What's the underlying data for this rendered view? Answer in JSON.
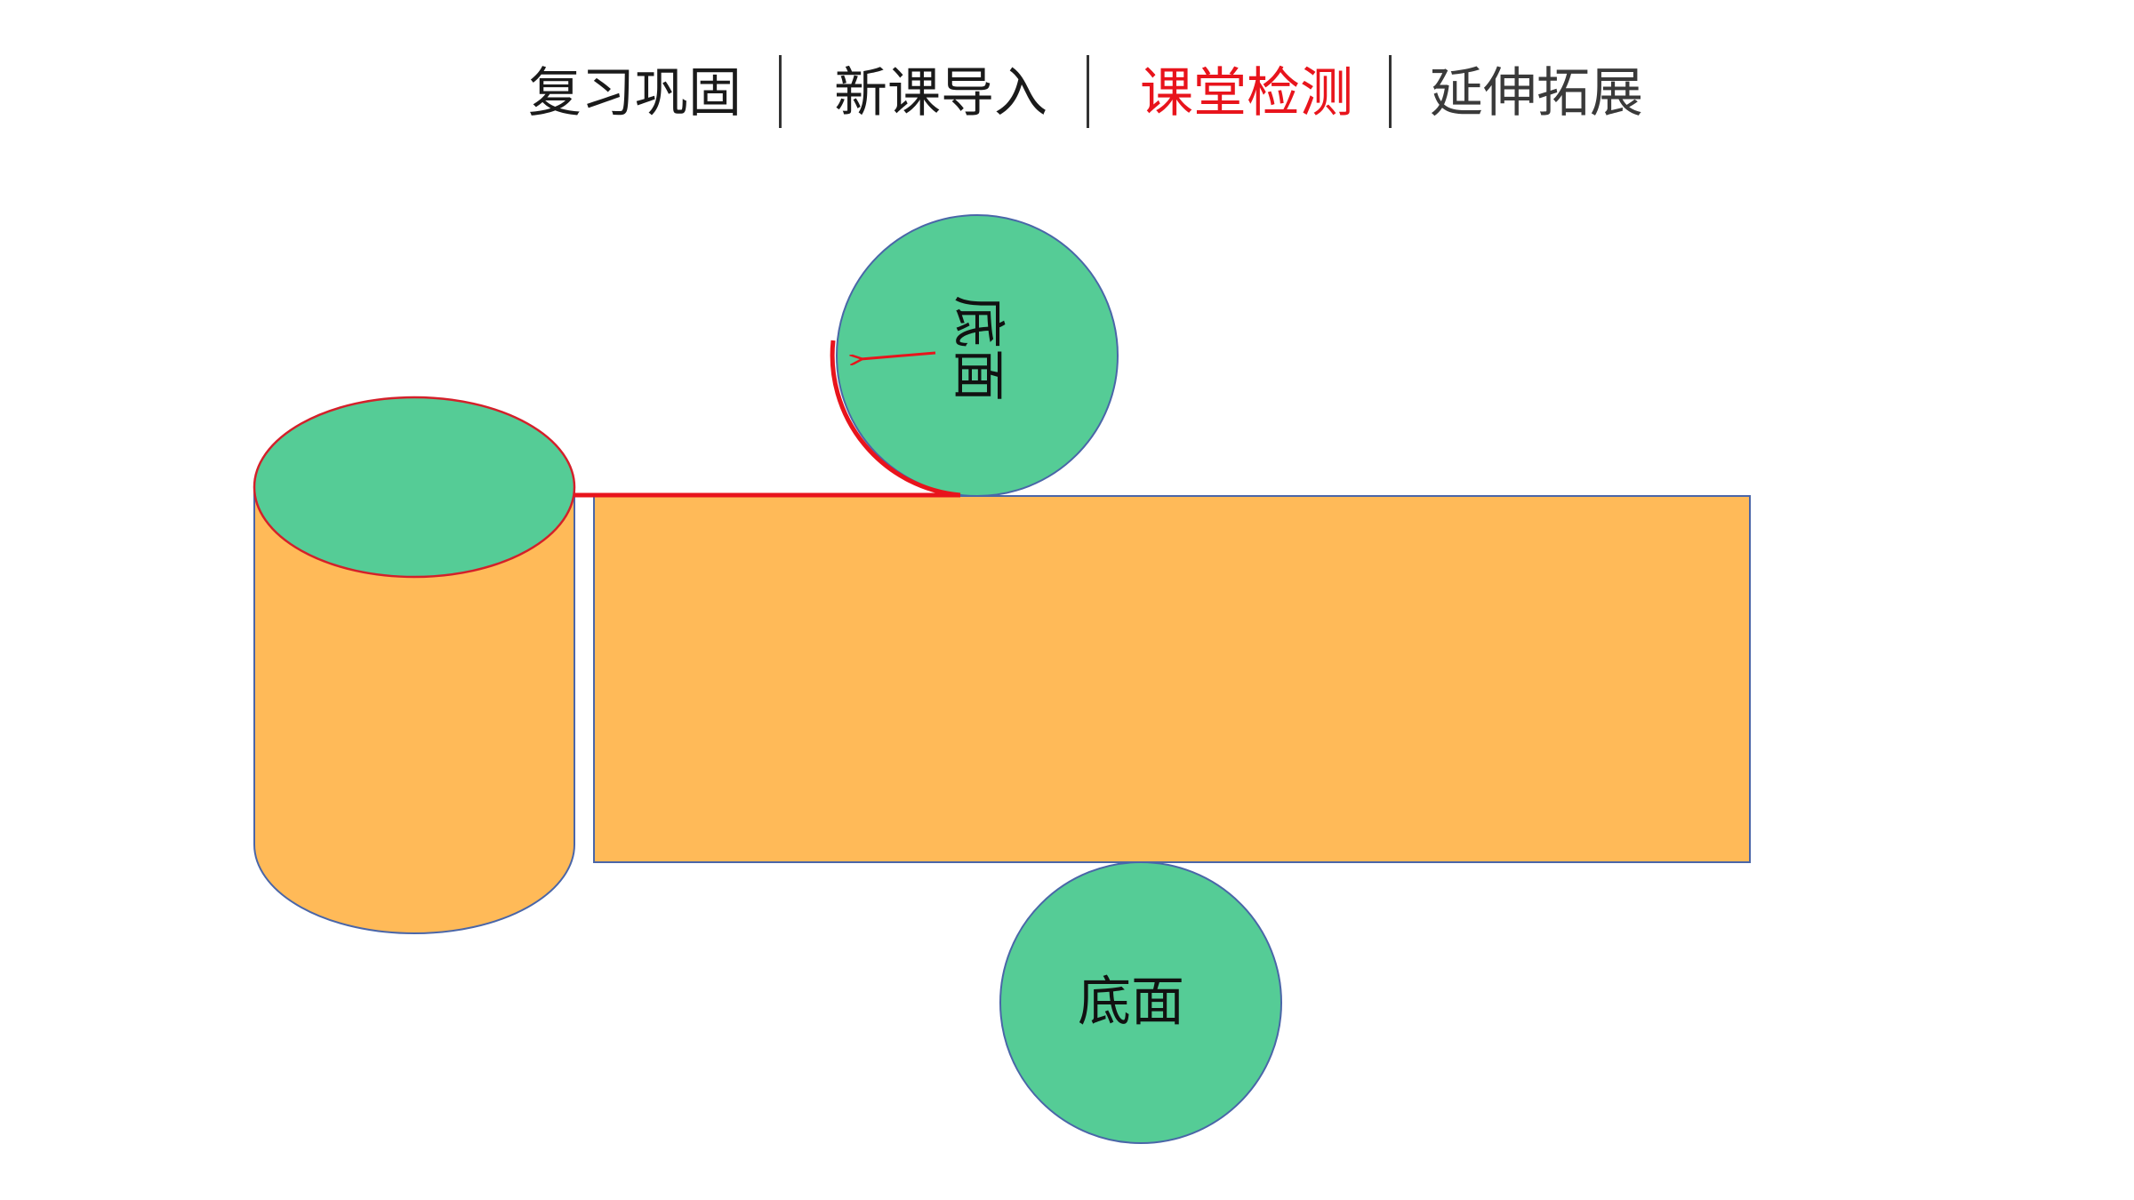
{
  "nav": {
    "items": [
      {
        "label": "复习巩固",
        "state": "normal"
      },
      {
        "label": "新课导入",
        "state": "normal"
      },
      {
        "label": "课堂检测",
        "state": "active"
      },
      {
        "label": "延伸拓展",
        "state": "muted"
      }
    ]
  },
  "diagram": {
    "top_circle_label": "底面",
    "bottom_circle_label": "底面"
  },
  "colors": {
    "face_green": "#55cc96",
    "side_orange": "#ffba58",
    "outline_blue": "#4a66a8",
    "highlight_red": "#e8141c",
    "nav_active": "#e8141c"
  }
}
